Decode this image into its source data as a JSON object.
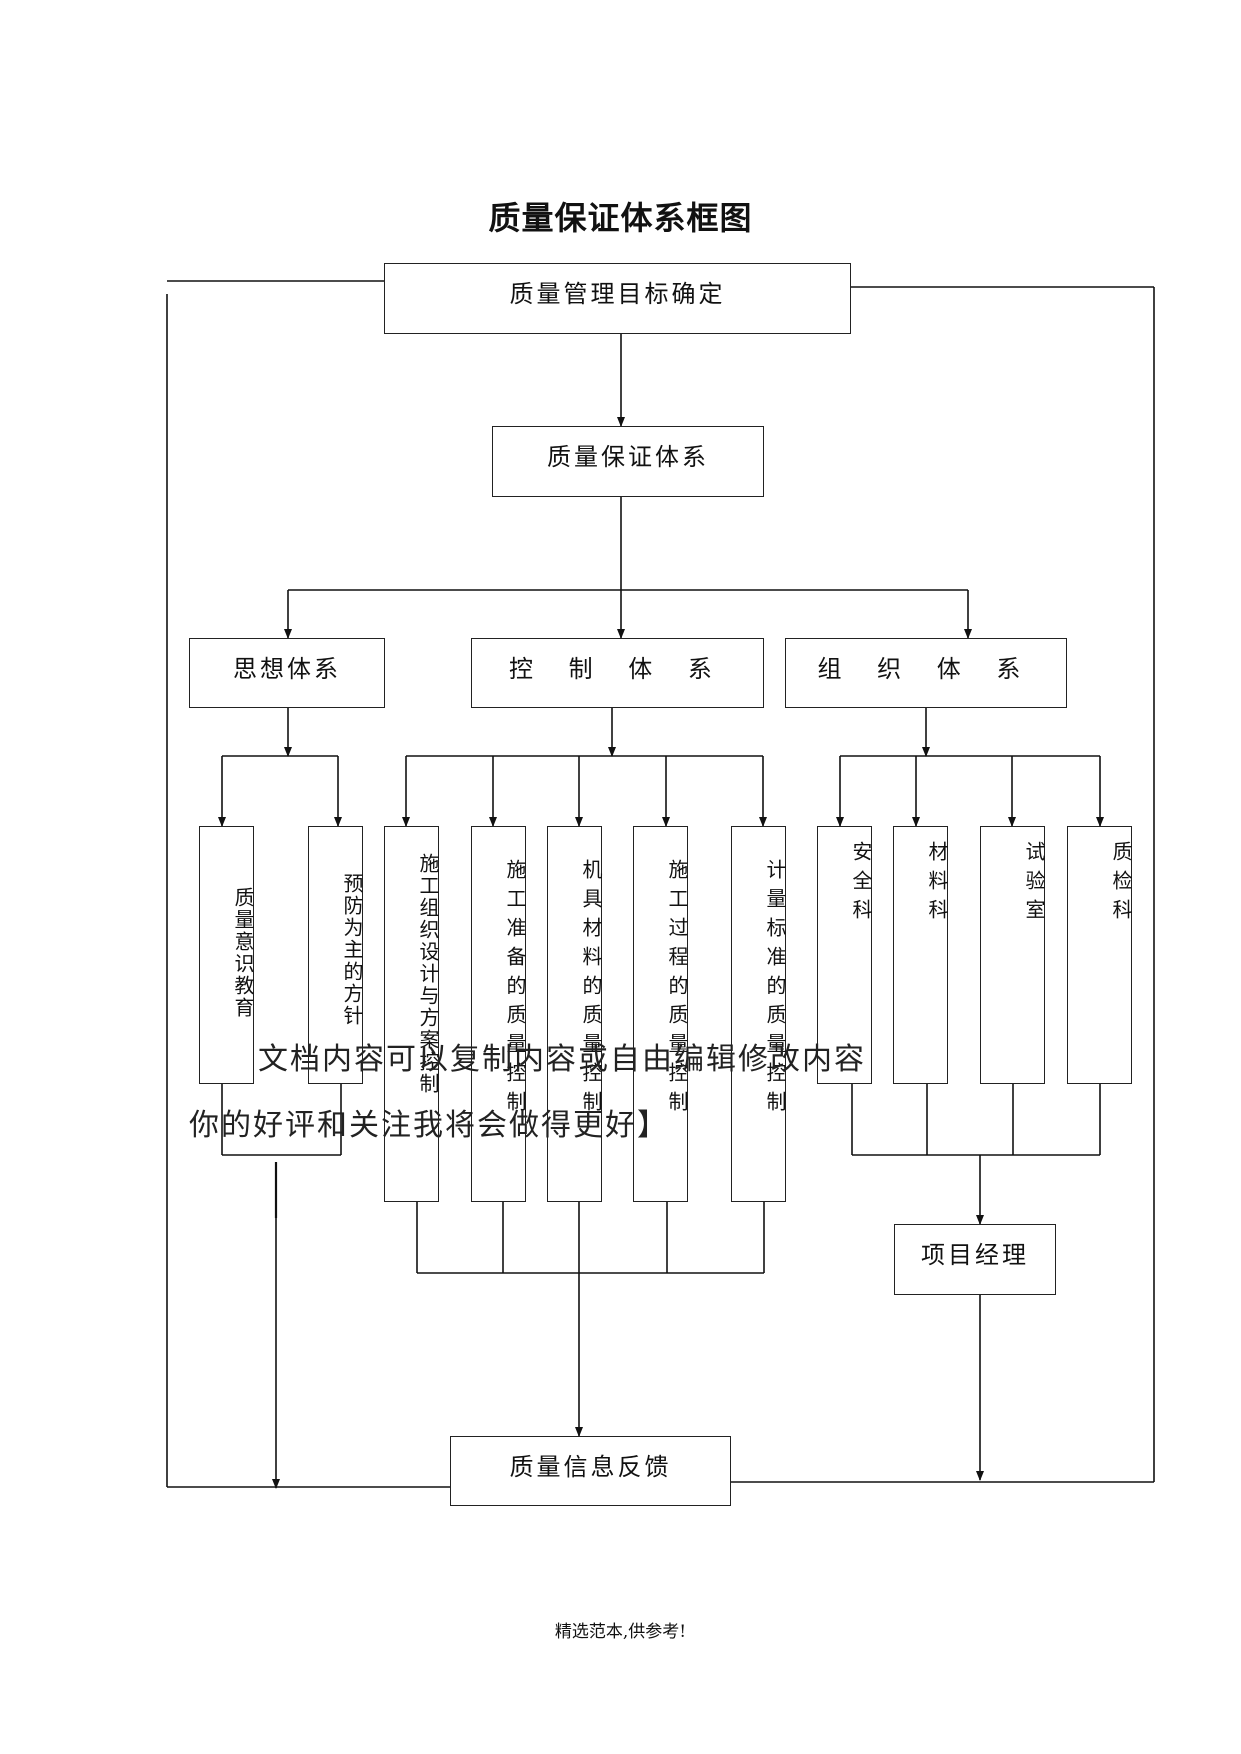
{
  "title": "质量保证体系框图",
  "boxes": {
    "goal": "质量管理目标确定",
    "assurance": "质量保证体系",
    "thought": "思想体系",
    "control": "控 制 体 系",
    "organization": "组 织 体 系",
    "quality_awareness": "质量意识教育",
    "prevention": "预防为主的方针",
    "construction_design": "施工组织设计与方案控制",
    "construction_prep": "施工准备的质量控制",
    "machinery_material": "机具材料的质量控制",
    "construction_process": "施工过程的质量控制",
    "measurement_standard": "计量标准的质量控制",
    "safety": "安全科",
    "materials": "材料科",
    "lab": "试验室",
    "qc": "质检科",
    "project_manager": "项目经理",
    "feedback": "质量信息反馈"
  },
  "watermark": {
    "line1": "文档内容可以复制内容或自由编辑修改内容",
    "line2": "你的好评和关注我将会做得更好】"
  },
  "footer": "精选范本,供参考!"
}
